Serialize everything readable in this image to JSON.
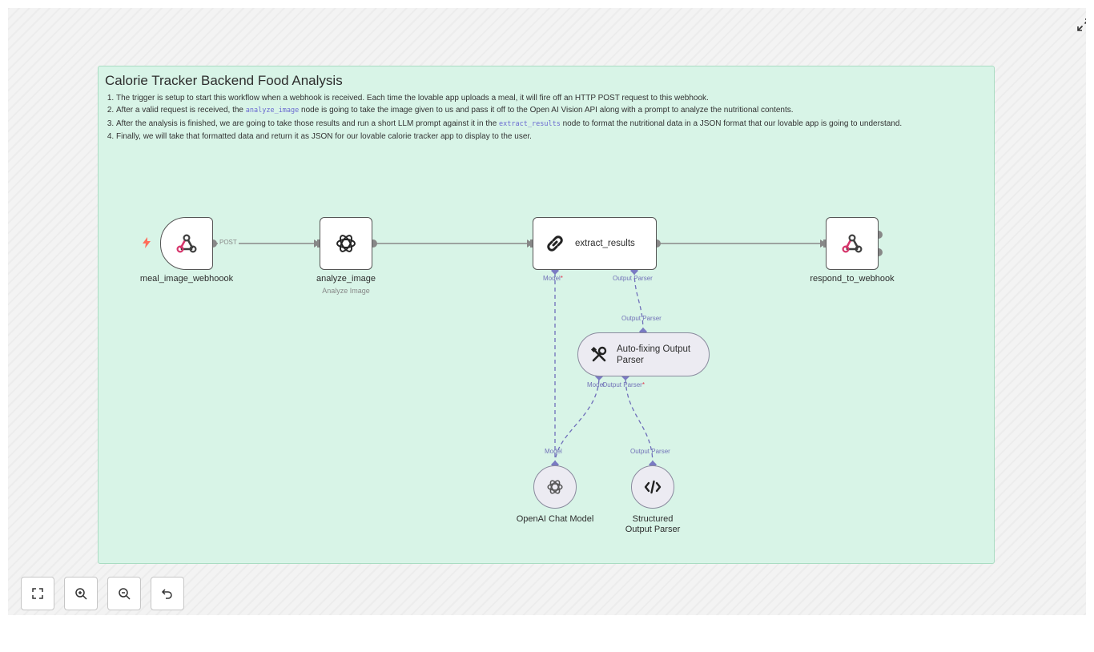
{
  "note": {
    "title": "Calorie Tracker Backend Food Analysis",
    "steps": [
      {
        "text": "The trigger is setup to start this workflow when a webhook is received. Each time the lovable app uploads a meal, it will fire off an HTTP POST request to this webhook."
      },
      {
        "before": "After a valid request is received, the ",
        "code": "analyze_image",
        "after": " node is going to take the image given to us and pass it off to the Open AI Vision API along with a prompt to analyze the nutritional contents."
      },
      {
        "before": "After the analysis is finished, we are going to take those results and run a short LLM prompt against it in the ",
        "code": "extract_results",
        "after": " node to format the nutritional data in a JSON format that our lovable app is going to understand."
      },
      {
        "text": "Finally, we will take that formatted data and return it as JSON for our lovable calorie tracker app to display to the user."
      }
    ]
  },
  "nodes": {
    "webhook": {
      "name": "meal_image_webhoook",
      "edge_label": "POST",
      "icon": "webhook-icon"
    },
    "analyze": {
      "name": "analyze_image",
      "subtitle": "Analyze Image",
      "icon": "openai-icon"
    },
    "extract": {
      "name": "extract_results",
      "icon": "chain-link-icon"
    },
    "respond": {
      "name": "respond_to_webhook",
      "icon": "webhook-icon"
    },
    "autofix": {
      "name": "Auto-fixing Output Parser",
      "icon": "tools-icon"
    },
    "chat_model": {
      "name": "OpenAI Chat Model",
      "icon": "openai-icon"
    },
    "structured": {
      "name": "Structured Output Parser",
      "icon": "code-icon"
    }
  },
  "ports": {
    "extract_model": "Model",
    "extract_parser": "Output Parser",
    "autofix_top": "Output Parser",
    "autofix_model": "Model",
    "autofix_parser": "Output Parser",
    "chat_model_top": "Model",
    "structured_top": "Output Parser",
    "required_mark": "*"
  },
  "colors": {
    "accent": "#7a7ac2",
    "sticky": "#d8f4e7",
    "trigger_bolt": "#ff6d5a",
    "webhook_pink": "#d6356b"
  },
  "controls": {
    "fit": "fit-view-icon",
    "zoom_in": "zoom-in-icon",
    "zoom_out": "zoom-out-icon",
    "reset": "undo-icon"
  }
}
